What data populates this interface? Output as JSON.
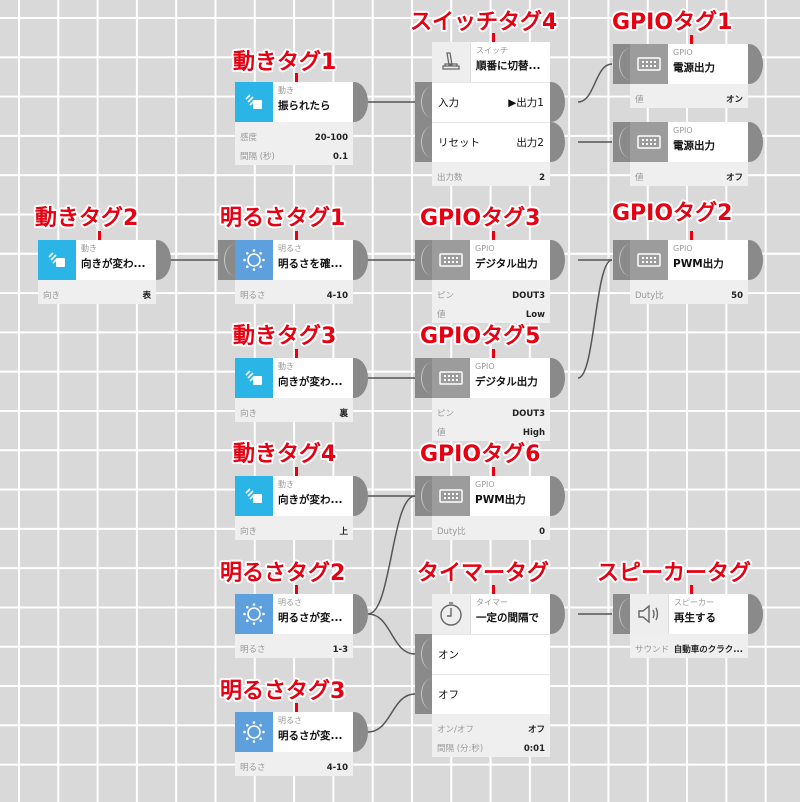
{
  "colors": {
    "motion": "#2ab5e6",
    "brightness": "#5e9fdd",
    "gpio": "#9c9c9c",
    "logic": "#eeeeee",
    "label": "#e60012",
    "wire": "#555555"
  },
  "nodes": [
    {
      "id": "move1",
      "label": "動きタグ1",
      "category": "動き",
      "title": "振られたら",
      "icon": "motion-icon",
      "props": [
        {
          "k": "感度",
          "v": "20-100"
        },
        {
          "k": "間隔 (秒)",
          "v": "0.1"
        }
      ]
    },
    {
      "id": "switch4",
      "label": "スイッチタグ4",
      "category": "スイッチ",
      "title": "順番に切替...",
      "icon": "switch-icon",
      "rows": [
        {
          "l": "入力",
          "r": "▶出力1"
        },
        {
          "l": "リセット",
          "r": "出力2"
        }
      ],
      "props": [
        {
          "k": "出力数",
          "v": "2"
        }
      ]
    },
    {
      "id": "gpio1",
      "label": "GPIOタグ1",
      "category": "GPIO",
      "title": "電源出力",
      "icon": "gpio-icon",
      "props": [
        {
          "k": "値",
          "v": "オン"
        }
      ]
    },
    {
      "id": "gpio1b",
      "label": "",
      "category": "GPIO",
      "title": "電源出力",
      "icon": "gpio-icon",
      "props": [
        {
          "k": "値",
          "v": "オフ"
        }
      ]
    },
    {
      "id": "move2",
      "label": "動きタグ2",
      "category": "動き",
      "title": "向きが変わ...",
      "icon": "motion-icon",
      "props": [
        {
          "k": "向き",
          "v": "表"
        }
      ]
    },
    {
      "id": "light1",
      "label": "明るさタグ1",
      "category": "明るさ",
      "title": "明るさを確...",
      "icon": "brightness-icon",
      "props": [
        {
          "k": "明るさ",
          "v": "4-10"
        }
      ]
    },
    {
      "id": "gpio3",
      "label": "GPIOタグ3",
      "category": "GPIO",
      "title": "デジタル出力",
      "icon": "gpio-icon",
      "props": [
        {
          "k": "ピン",
          "v": "DOUT3"
        },
        {
          "k": "値",
          "v": "Low"
        }
      ]
    },
    {
      "id": "gpio2",
      "label": "GPIOタグ2",
      "category": "GPIO",
      "title": "PWM出力",
      "icon": "gpio-icon",
      "props": [
        {
          "k": "Duty比",
          "v": "50"
        }
      ]
    },
    {
      "id": "move3",
      "label": "動きタグ3",
      "category": "動き",
      "title": "向きが変わ...",
      "icon": "motion-icon",
      "props": [
        {
          "k": "向き",
          "v": "裏"
        }
      ]
    },
    {
      "id": "gpio5",
      "label": "GPIOタグ5",
      "category": "GPIO",
      "title": "デジタル出力",
      "icon": "gpio-icon",
      "props": [
        {
          "k": "ピン",
          "v": "DOUT3"
        },
        {
          "k": "値",
          "v": "High"
        }
      ]
    },
    {
      "id": "move4",
      "label": "動きタグ4",
      "category": "動き",
      "title": "向きが変わ...",
      "icon": "motion-icon",
      "props": [
        {
          "k": "向き",
          "v": "上"
        }
      ]
    },
    {
      "id": "gpio6",
      "label": "GPIOタグ6",
      "category": "GPIO",
      "title": "PWM出力",
      "icon": "gpio-icon",
      "props": [
        {
          "k": "Duty比",
          "v": "0"
        }
      ]
    },
    {
      "id": "light2",
      "label": "明るさタグ2",
      "category": "明るさ",
      "title": "明るさが変...",
      "icon": "brightness-icon",
      "props": [
        {
          "k": "明るさ",
          "v": "1-3"
        }
      ]
    },
    {
      "id": "timer",
      "label": "タイマータグ",
      "category": "タイマー",
      "title": "一定の間隔で",
      "icon": "timer-icon",
      "rows": [
        {
          "l": "オン",
          "r": ""
        },
        {
          "l": "オフ",
          "r": ""
        }
      ],
      "props": [
        {
          "k": "オン/オフ",
          "v": "オフ"
        },
        {
          "k": "間隔 (分:秒)",
          "v": "0:01"
        }
      ]
    },
    {
      "id": "speaker",
      "label": "スピーカータグ",
      "category": "スピーカー",
      "title": "再生する",
      "icon": "speaker-icon",
      "props": [
        {
          "k": "サウンド",
          "v": "自動車のクラク..."
        }
      ]
    },
    {
      "id": "light3",
      "label": "明るさタグ3",
      "category": "明るさ",
      "title": "明るさが変...",
      "icon": "brightness-icon",
      "props": [
        {
          "k": "明るさ",
          "v": "4-10"
        }
      ]
    }
  ]
}
